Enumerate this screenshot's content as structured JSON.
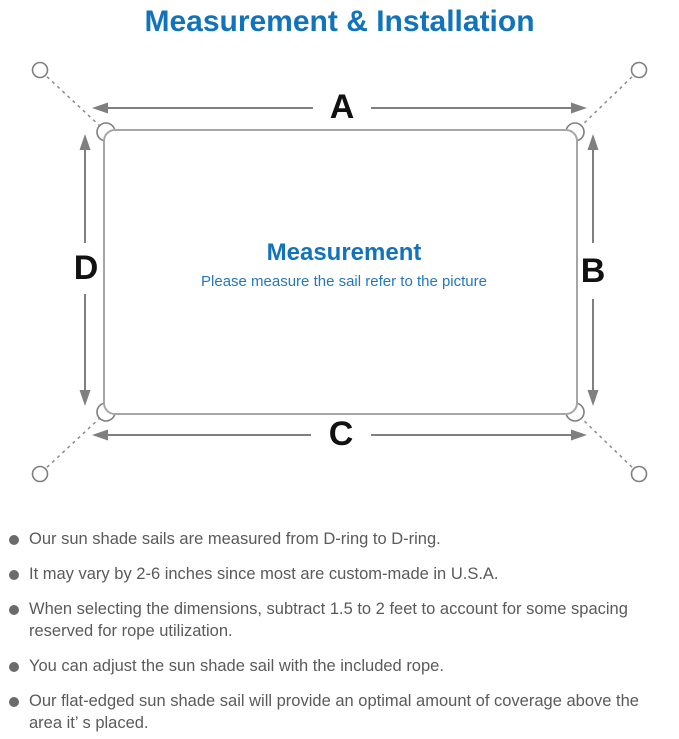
{
  "title": "Measurement & Installation",
  "diagram": {
    "dimension_labels": {
      "top": "A",
      "right": "B",
      "bottom": "C",
      "left": "D"
    },
    "center_title": "Measurement",
    "center_subtitle": "Please measure the sail refer to the picture",
    "icons": [
      "anchor-ring-icon",
      "d-ring-icon",
      "arrow-icon",
      "sail-outline"
    ]
  },
  "bullets": [
    "Our sun shade sails are measured from D-ring to D-ring.",
    "It may vary by 2-6 inches since most are custom-made in U.S.A.",
    "When selecting the dimensions, subtract 1.5 to 2 feet to account for some spacing reserved for rope utilization.",
    "You can adjust the sun shade sail with the included rope.",
    "Our flat-edged sun shade sail will provide an optimal amount of coverage above the area it’ s placed."
  ],
  "colors": {
    "title_blue": "#1273bd",
    "subtitle_blue": "#2578bd",
    "label_black": "#111111",
    "line_gray": "#7f7f7f",
    "border_gray": "#a6a6a6",
    "text_gray": "#5a5a5a"
  }
}
